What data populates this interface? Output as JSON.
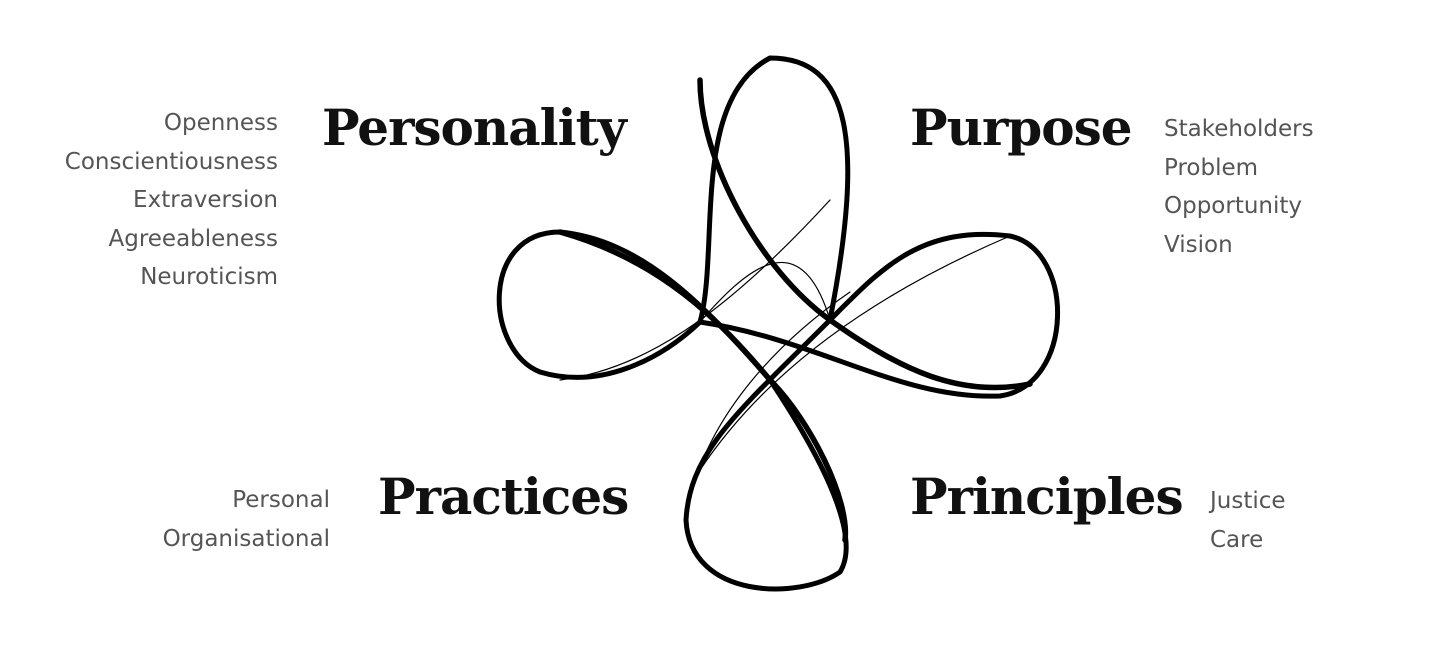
{
  "diagram": {
    "stroke_color": "#000000",
    "heading_color": "#111111",
    "list_color": "#555555",
    "quadrants": {
      "personality": {
        "title": "Personality",
        "items": [
          "Openness",
          "Conscientiousness",
          "Extraversion",
          "Agreeableness",
          "Neuroticism"
        ]
      },
      "purpose": {
        "title": "Purpose",
        "items": [
          "Stakeholders",
          "Problem",
          "Opportunity",
          "Vision"
        ]
      },
      "practices": {
        "title": "Practices",
        "items": [
          "Personal",
          "Organisational"
        ]
      },
      "principles": {
        "title": "Principles",
        "items": [
          "Justice",
          "Care"
        ]
      }
    }
  }
}
